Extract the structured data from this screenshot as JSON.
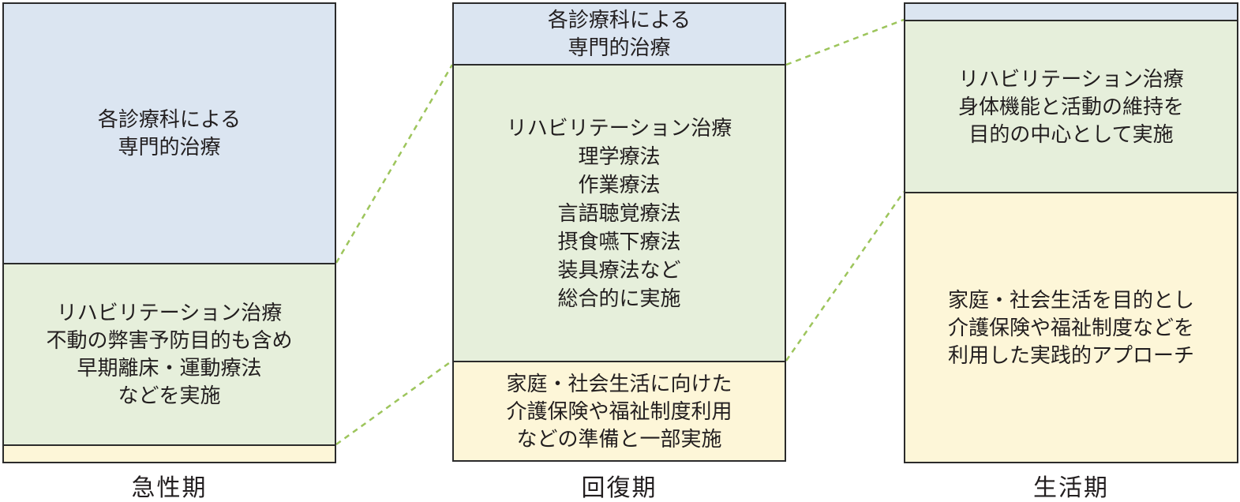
{
  "diagram": {
    "phases": [
      {
        "label": "急性期",
        "specialized": [
          "各診療科による",
          "専門的治療"
        ],
        "rehabilitation": [
          "リハビリテーション治療",
          "不動の弊害予防目的も含め",
          "早期離床・運動療法",
          "などを実施"
        ],
        "community": []
      },
      {
        "label": "回復期",
        "specialized": [
          "各診療科による",
          "専門的治療"
        ],
        "rehabilitation": [
          "リハビリテーション治療",
          "理学療法",
          "作業療法",
          "言語聴覚療法",
          "摂食嚥下療法",
          "装具療法など",
          "総合的に実施"
        ],
        "community": [
          "家庭・社会生活に向けた",
          "介護保険や福祉制度利用",
          "などの準備と一部実施"
        ]
      },
      {
        "label": "生活期",
        "specialized": [],
        "rehabilitation": [
          "リハビリテーション治療",
          "身体機能と活動の維持を",
          "目的の中心として実施"
        ],
        "community": [
          "家庭・社会生活を目的とし",
          "介護保険や福祉制度などを",
          "利用した実践的アプローチ"
        ]
      }
    ],
    "colors": {
      "specialized_fill": "#dbe5f1",
      "rehabilitation_fill": "#e6efdb",
      "community_fill": "#fdf6d8",
      "outline": "#2b2b2b",
      "connector": "#9dc55c",
      "text": "#221e1f"
    }
  }
}
